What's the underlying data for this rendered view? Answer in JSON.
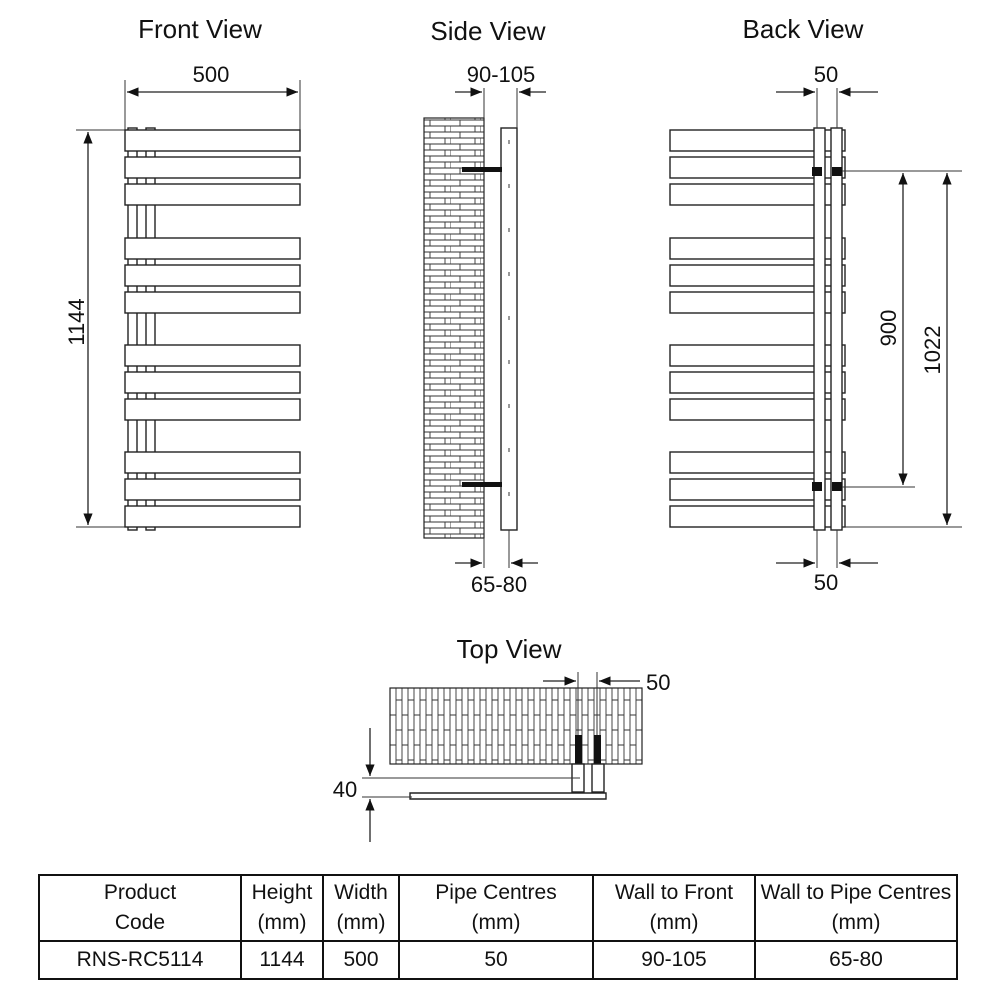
{
  "views": {
    "front": {
      "title": "Front View",
      "width_label": "500",
      "height_label": "1144"
    },
    "side": {
      "title": "Side View",
      "top_label": "90-105",
      "bottom_label": "65-80"
    },
    "back": {
      "title": "Back View",
      "top_label": "50",
      "bottom_label": "50",
      "inner_height_label": "900",
      "outer_height_label": "1022"
    },
    "top": {
      "title": "Top View",
      "pipe_label": "50",
      "depth_label": "40"
    }
  },
  "table": {
    "headers": [
      [
        "Product",
        "Code"
      ],
      [
        "Height",
        "(mm)"
      ],
      [
        "Width",
        "(mm)"
      ],
      [
        "Pipe Centres",
        "(mm)"
      ],
      [
        "Wall to Front",
        "(mm)"
      ],
      [
        "Wall to Pipe Centres",
        "(mm)"
      ]
    ],
    "rows": [
      [
        "RNS-RC5114",
        "1144",
        "500",
        "50",
        "90-105",
        "65-80"
      ]
    ]
  }
}
